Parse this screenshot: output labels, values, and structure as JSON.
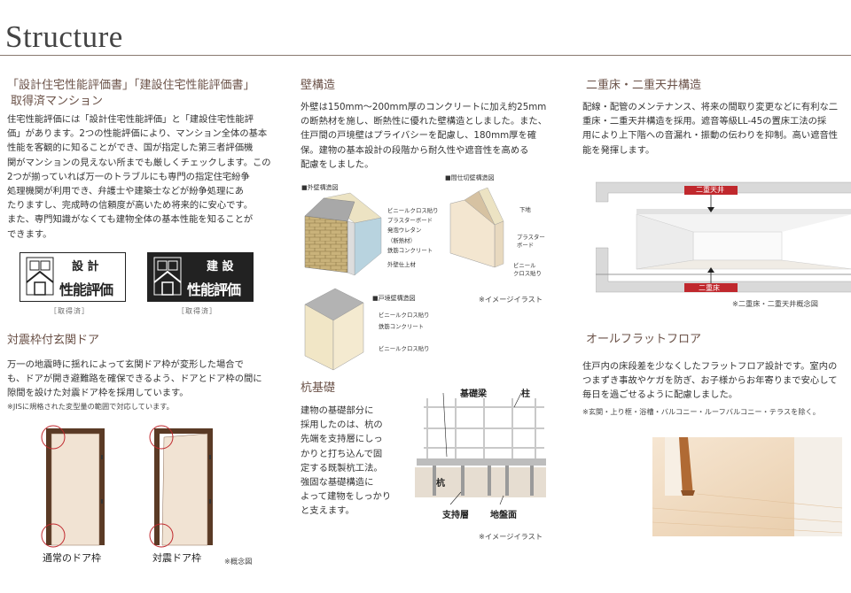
{
  "page_title": "Structure",
  "rating": {
    "heading_line1": "「設計住宅性能評価書」「建設住宅性能評価書」",
    "heading_line2": "取得済マンション",
    "body": [
      "住宅性能評価には「設計住宅性能評価」と「建設住宅性能評",
      "価」があります。2つの性能評価により、マンション全体の基本",
      "性能を客観的に知ることができ、国が指定した第三者評価機",
      "関がマンションの見えない所までも厳しくチェックします。この",
      "2つが揃っていれば万一のトラブルにも専門の指定住宅紛争",
      "処理機関が利用でき、弁護士や建築士などが紛争処理にあ",
      "たりますし、完成時の信頼度が高いため将来的に安心です。",
      "また、専門知識がなくても建物全体の基本性能を知ることが",
      "できます。"
    ],
    "badge_design": {
      "top": "設 計",
      "bottom": "性能評価",
      "caption": "［取得済］"
    },
    "badge_build": {
      "top": "建 設",
      "bottom": "性能評価",
      "caption": "［取得済］"
    }
  },
  "door": {
    "heading": "対震枠付玄関ドア",
    "body": [
      "万一の地震時に揺れによって玄関ドア枠が変形した場合で",
      "も、ドアが開き避難路を確保できるよう、ドアとドア枠の間に",
      "隙間を設けた対震ドア枠を採用しています。"
    ],
    "note": "※JISに規格された変型量の範囲で対応しています。",
    "label_normal": "通常のドア枠",
    "label_seismic": "対震ドア枠",
    "concept_note": "※概念図"
  },
  "wall": {
    "heading": "壁構造",
    "body": [
      "外壁は150mm〜200mm厚のコンクリートに加え約25mm",
      "の断熱材を施し、断熱性に優れた壁構造としました。また、",
      "住戸間の戸境壁はプライバシーを配慮し、180mm厚を確",
      "保。建物の基本設計の段階から耐久性や遮音性を高める",
      "配慮をしました。"
    ],
    "outer": {
      "title": "■外壁構造図",
      "labels": [
        "ビニールクロス貼り",
        "プラスターボード",
        "発泡ウレタン",
        "（断熱材）",
        "鉄筋コンクリート",
        "外壁仕上材"
      ]
    },
    "partition": {
      "title": "■間仕切壁構造図",
      "labels": [
        "下地",
        "プラスター",
        "ボード",
        "ビニール",
        "クロス貼り"
      ]
    },
    "boundary": {
      "title": "■戸境壁構造図",
      "labels": [
        "ビニールクロス貼り",
        "鉄筋コンクリート",
        "ビニールクロス貼り"
      ]
    },
    "illust_note": "※イメージイラスト"
  },
  "pile": {
    "heading": "杭基礎",
    "body": [
      "建物の基礎部分に",
      "採用したのは、杭の",
      "先端を支持層にしっ",
      "かりと打ち込んで固",
      "定する既製杭工法。",
      "強固な基礎構造に",
      "よって建物をしっかり",
      "と支えます。"
    ],
    "label_beam": "基礎梁",
    "label_column": "柱",
    "label_pile": "杭",
    "label_bearing": "支持層",
    "label_ground": "地盤面",
    "illust_note": "※イメージイラスト"
  },
  "double": {
    "heading": "二重床・二重天井構造",
    "body": [
      "配線・配管のメンテナンス、将来の間取り変更などに有利な二",
      "重床・二重天井構造を採用。遮音等級LL-45の置床工法の採",
      "用により上下階への音漏れ・振動の伝わりを抑制。高い遮音性",
      "能を発揮します。"
    ],
    "label_ceiling": "二重天井",
    "label_floor": "二重床",
    "concept_note": "※二重床・二重天井概念図"
  },
  "flat": {
    "heading": "オールフラットフロア",
    "body": [
      "住戸内の床段差を少なくしたフラットフロア設計です。室内の",
      "つまずき事故やケガを防ぎ、お子様からお年寄りまで安心して",
      "毎日を過ごせるように配慮しました。"
    ],
    "note": "※玄関・上り框・浴槽・バルコニー・ルーフバルコニー・テラスを除く。"
  },
  "colors": {
    "accent": "#c0282d",
    "heading": "#6b5248",
    "door_frame": "#5a3a25",
    "door_panel": "#f1e3d3"
  }
}
